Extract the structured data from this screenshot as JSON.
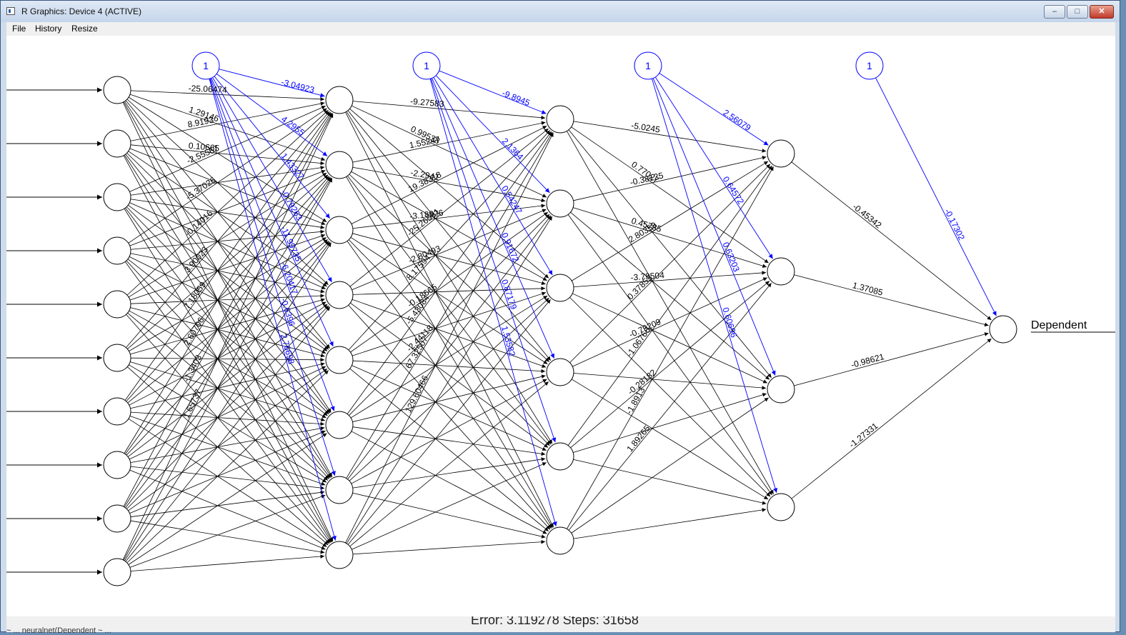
{
  "window": {
    "title": "R Graphics: Device 4 (ACTIVE)",
    "controls": {
      "minimize": "–",
      "maximize": "□",
      "close": "✕"
    }
  },
  "menu": {
    "items": [
      "File",
      "History",
      "Resize"
    ]
  },
  "diagram": {
    "output_label": "Dependent",
    "bias_label": "1",
    "footer": "Error: 3.119278   Steps: 31658",
    "colors": {
      "weight_edge": "#000000",
      "bias_edge": "#0000ff",
      "node_stroke": "#000000",
      "bias_node_stroke": "#0000ff"
    },
    "layers": [
      {
        "name": "input",
        "node_count": 10
      },
      {
        "name": "hidden1",
        "node_count": 8
      },
      {
        "name": "hidden2",
        "node_count": 6
      },
      {
        "name": "hidden3",
        "node_count": 4
      },
      {
        "name": "output",
        "node_count": 1
      }
    ],
    "visible_weight_labels": {
      "input_to_hidden1": [
        "-25.06474",
        "8.9193",
        "-2.55567",
        "-5.37026",
        "-0.14016",
        "3.90023",
        "7.18059",
        "2.60706",
        "-1.3403",
        "1.65737",
        "1.29146",
        "0.10665"
      ],
      "hidden1_to_hidden2": [
        "-9.27583",
        "1.55247",
        "19.38318",
        "-25.26591",
        "8.17594",
        "-5.43084",
        "67.32507",
        "129.60466",
        "0.99538",
        "-2.2941",
        "-3.18926",
        "-2.80493",
        "-0.18665",
        "-2.44118"
      ],
      "hidden2_to_hidden3": [
        "-5.0245",
        "-0.38125",
        "2.80359",
        "0.37853",
        "-1.06766",
        "-1.8913",
        "0.77027",
        "0.45785",
        "-3.79504",
        "-0.79209",
        "-0.28182",
        "1.89265"
      ],
      "hidden3_to_output": [
        "-0.45342",
        "1.37085",
        "-0.98621",
        "-1.27331"
      ]
    },
    "visible_bias_labels": {
      "to_hidden1": [
        "-3.04923",
        "4.2955",
        "1.43327",
        "-0.79263",
        "-11.99735",
        "-6.20417",
        "-0.6396",
        "2.76698"
      ],
      "to_hidden2": [
        "-9.8945",
        "2.1364",
        "0.54247",
        "0.91672",
        "0.87179",
        "1.53582"
      ],
      "to_hidden3": [
        "2.56079",
        "0.64572",
        "0.63203",
        "0.60696"
      ],
      "to_output": [
        "-0.17302"
      ]
    }
  },
  "console_fragment": "~ ... neuralnet(Dependent ~ ..."
}
